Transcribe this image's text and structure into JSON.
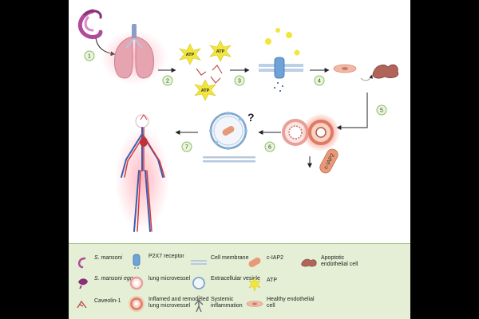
{
  "steps": [
    "1",
    "2",
    "3",
    "4",
    "5",
    "6",
    "7"
  ],
  "atp_label": "ATP",
  "ciap2_label": "c-IAP2",
  "question_mark": "?",
  "legend": {
    "s_mansoni": "S. mansoni",
    "s_mansoni_egg": "S. mansoni egg",
    "caveolin": "Caveolin-1",
    "p2x7": "P2X7 receptor",
    "lung_microvessel": "lung microvessel",
    "inflamed": "Inflamed and remodeled lung microvessel",
    "cell_membrane": "Cell membrane",
    "extracellular_vesicle": "Extracellular vesicle",
    "systemic_inflammation": "Systemic inflammation",
    "ciap2": "c-IAP2",
    "atp": "ATP",
    "healthy_endothelial": "Healthy endothelial cell",
    "apoptotic_endothelial": "Apoptotic endothelial cell"
  },
  "colors": {
    "parasite": "#b04a9a",
    "lung": "#e6a4b0",
    "artery": "#d23a3a",
    "vein": "#3a5fb0",
    "atp_star": "#f2e63a",
    "step_circle": "#8bbf5a",
    "legend_bg": "#e4efd5"
  }
}
